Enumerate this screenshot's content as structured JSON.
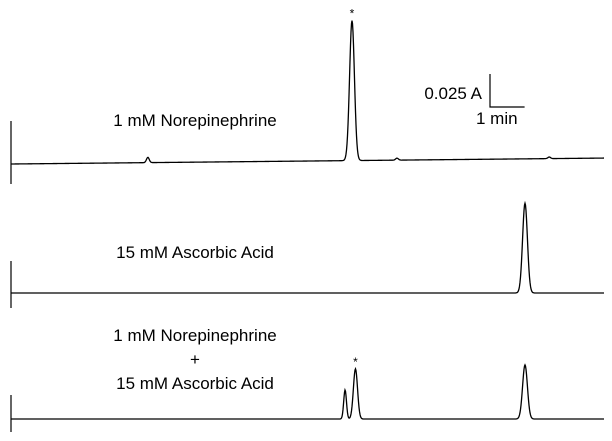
{
  "chart_data": {
    "type": "line",
    "xlabel": "",
    "ylabel": "",
    "grid": false,
    "legend": "none",
    "scale_bar": {
      "y_label": "0.025 A",
      "x_label": "1 min",
      "y_value": 0.025,
      "x_value": 1
    },
    "panels": [
      {
        "label_lines": [
          "1 mM Norepinephrine"
        ],
        "peaks": [
          {
            "x": -5.9,
            "height": 0.004,
            "width": 0.04
          },
          {
            "x": 0.0,
            "height": 0.106,
            "width": 0.07,
            "marker": "*"
          },
          {
            "x": 1.3,
            "height": 0.0015,
            "width": 0.04
          },
          {
            "x": 5.7,
            "height": 0.0012,
            "width": 0.04
          }
        ]
      },
      {
        "label_lines": [
          "15 mM Ascorbic Acid"
        ],
        "peaks": [
          {
            "x": 5.0,
            "height": 0.068,
            "width": 0.07
          }
        ]
      },
      {
        "label_lines": [
          "1 mM Norepinephrine",
          "+",
          "15 mM Ascorbic Acid"
        ],
        "peaks": [
          {
            "x": -0.2,
            "height": 0.022,
            "width": 0.04
          },
          {
            "x": 0.1,
            "height": 0.038,
            "width": 0.06,
            "marker": "*"
          },
          {
            "x": 5.0,
            "height": 0.041,
            "width": 0.07
          }
        ]
      }
    ]
  }
}
